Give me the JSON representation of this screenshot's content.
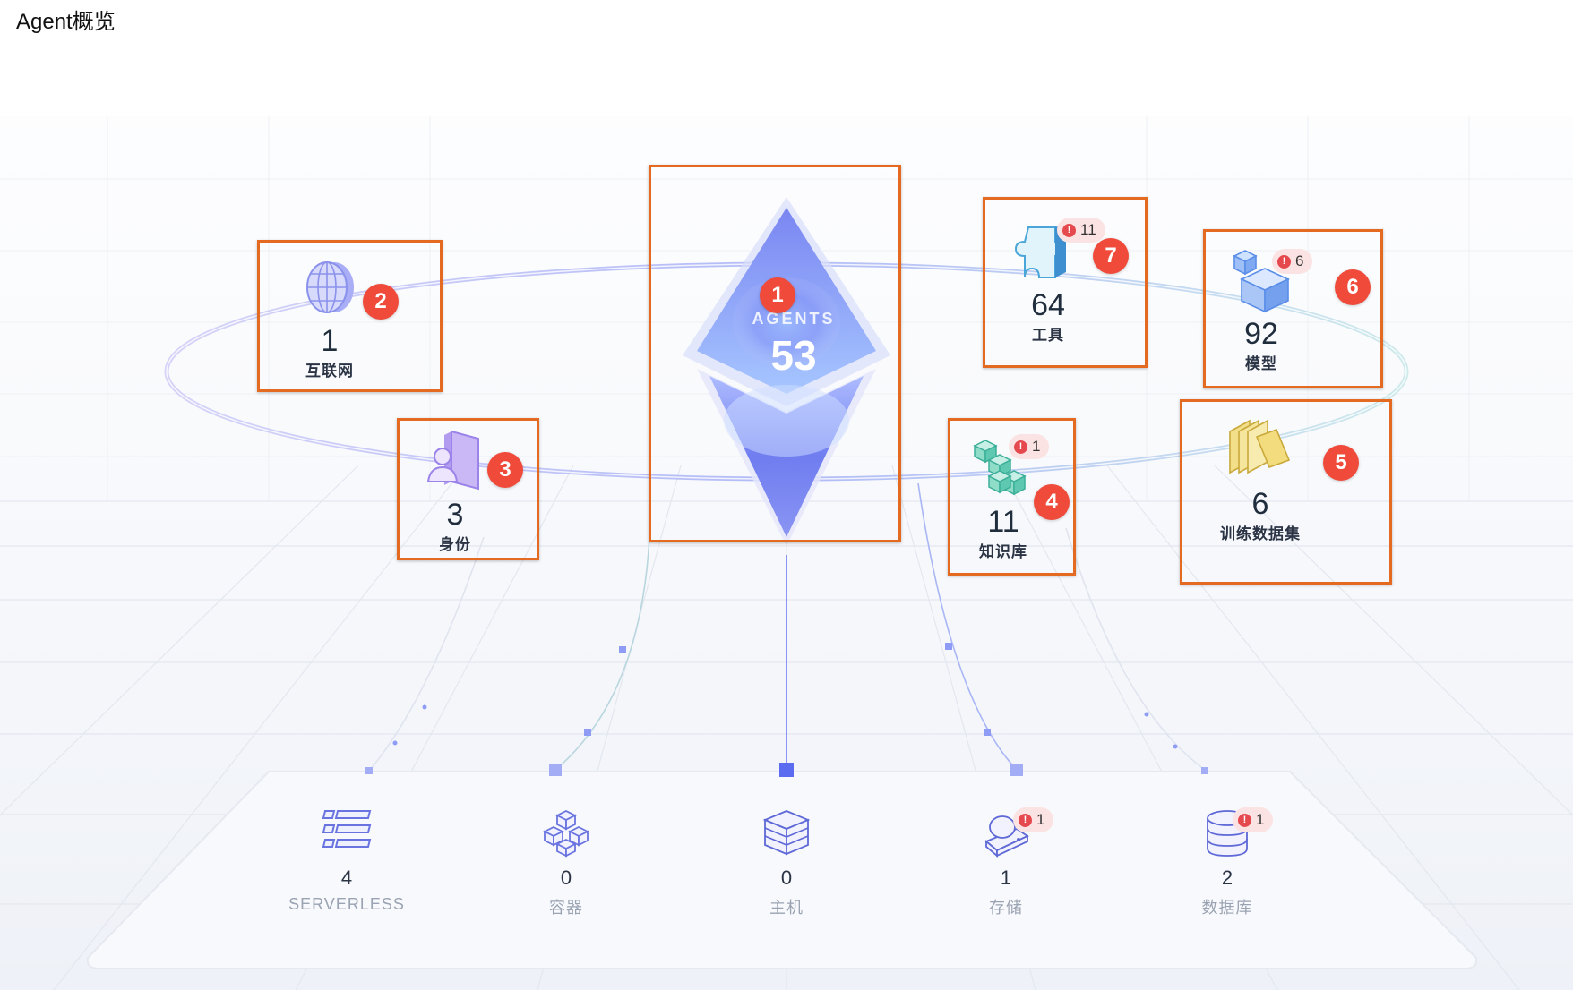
{
  "page": {
    "title": "Agent概览"
  },
  "colors": {
    "accent": "#6f7cf5",
    "highlight": "#e46a21",
    "marker": "#ef4a3a",
    "alert": "#e5484d"
  },
  "center": {
    "label": "AGENTS",
    "count": "53",
    "marker": "1"
  },
  "nodes": {
    "internet": {
      "count": "1",
      "label": "互联网",
      "icon": "globe-icon",
      "marker": "2"
    },
    "identity": {
      "count": "3",
      "label": "身份",
      "icon": "user-card-icon",
      "marker": "3"
    },
    "knowledge": {
      "count": "11",
      "label": "知识库",
      "icon": "cubes-icon",
      "marker": "4",
      "alerts": "1"
    },
    "dataset": {
      "count": "6",
      "label": "训练数据集",
      "icon": "stack-icon",
      "marker": "5"
    },
    "model": {
      "count": "92",
      "label": "模型",
      "icon": "blocks-icon",
      "marker": "6",
      "alerts": "6"
    },
    "tools": {
      "count": "64",
      "label": "工具",
      "icon": "puzzle-icon",
      "marker": "7",
      "alerts": "11"
    }
  },
  "bottom": [
    {
      "count": "4",
      "label": "SERVERLESS",
      "icon": "list-icon"
    },
    {
      "count": "0",
      "label": "容器",
      "icon": "container-icon"
    },
    {
      "count": "0",
      "label": "主机",
      "icon": "server-icon"
    },
    {
      "count": "1",
      "label": "存储",
      "icon": "disk-icon",
      "alerts": "1"
    },
    {
      "count": "2",
      "label": "数据库",
      "icon": "database-icon",
      "alerts": "1"
    }
  ]
}
